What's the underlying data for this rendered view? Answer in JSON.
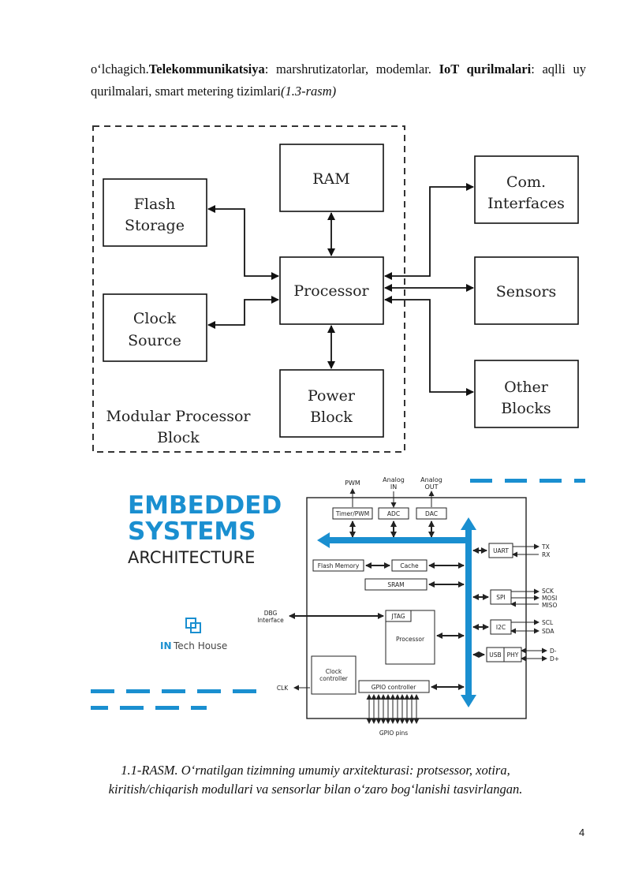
{
  "paragraph": {
    "seg1": "o‘lchagich.",
    "seg2": "Telekommunikatsiya",
    "seg3": ": marshrutizatorlar, modemlar. ",
    "seg4": "IoT qurilmalari",
    "seg5": ": aqlli uy qurilmalari, smart metering tizimlari",
    "seg6": "(1.3-rasm)"
  },
  "diagram1": {
    "blocks": {
      "ram": "RAM",
      "flash_1": "Flash",
      "flash_2": "Storage",
      "processor": "Processor",
      "clock_1": "Clock",
      "clock_2": "Source",
      "power_1": "Power",
      "power_2": "Block",
      "com_1": "Com.",
      "com_2": "Interfaces",
      "sensors": "Sensors",
      "other_1": "Other",
      "other_2": "Blocks"
    },
    "container_label_1": "Modular Processor",
    "container_label_2": "Block"
  },
  "diagram2": {
    "title_1": "EMBEDDED",
    "title_2": "SYSTEMS",
    "title_3": "ARCHITECTURE",
    "brand_prefix": "IN",
    "brand_name": "Tech House",
    "top_labels": {
      "pwm": "PWM",
      "analog_in_1": "Analog",
      "analog_in_2": "IN",
      "analog_out_1": "Analog",
      "analog_out_2": "OUT"
    },
    "blocks": {
      "timer": "Timer/PWM",
      "adc": "ADC",
      "dac": "DAC",
      "flash_memory": "Flash Memory",
      "cache": "Cache",
      "sram": "SRAM",
      "jtag": "JTAG",
      "processor": "Processor",
      "clock_1": "Clock",
      "clock_2": "controller",
      "gpio_controller": "GPIO controller",
      "uart": "UART",
      "spi": "SPI",
      "i2c": "I2C",
      "usb": "USB",
      "phy": "PHY"
    },
    "signals": {
      "tx": "TX",
      "rx": "RX",
      "sck": "SCK",
      "mosi": "MOSI",
      "miso": "MISO",
      "scl": "SCL",
      "sda": "SDA",
      "dminus": "D-",
      "dplus": "D+",
      "dbg_1": "DBG",
      "dbg_2": "Interface",
      "clk": "CLK",
      "gpio_pins": "GPIO pins"
    },
    "colors": {
      "accent": "#1a8fd0"
    }
  },
  "caption": {
    "line1": "1.1-RASM. O‘rnatilgan tizimning umumiy arxitekturasi: protsessor, xotira,",
    "line2": "kiritish/chiqarish modullari va sensorlar bilan o‘zaro bog‘lanishi tasvirlangan."
  },
  "page_number": "4"
}
